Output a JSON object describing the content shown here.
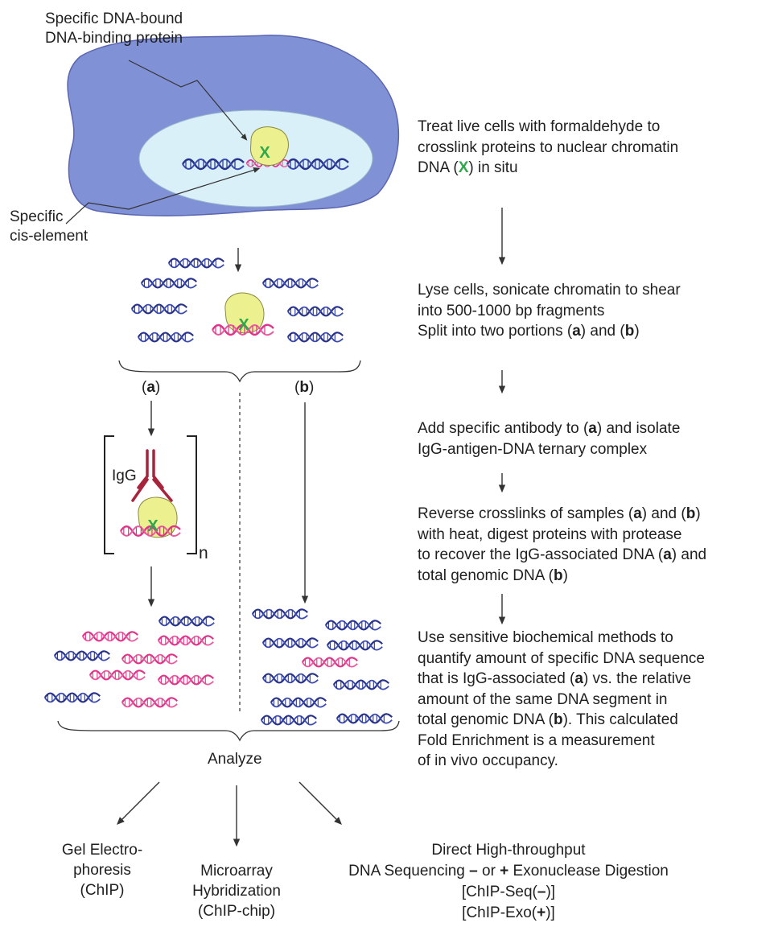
{
  "labels": {
    "protein_line1": "Specific DNA-bound",
    "protein_line2": "DNA-binding protein",
    "cis_line1": "Specific",
    "cis_line2": "cis-element",
    "crosslink_mark": "X",
    "portion_a": "a",
    "portion_b": "b",
    "igg": "IgG",
    "repeat_n": "n",
    "analyze": "Analyze"
  },
  "steps": {
    "s1": {
      "l1": "Treat live cells with formaldehyde to",
      "l2": "crosslink proteins to nuclear chromatin",
      "l3a": "DNA (",
      "x": "X",
      "l3b": ") in situ"
    },
    "s2": {
      "l1": "Lyse cells, sonicate chromatin to shear",
      "l2": "into 500-1000 bp fragments",
      "l3a": "Split into two portions (",
      "a": "a",
      "l3b": ") and (",
      "b": "b",
      "l3c": ")"
    },
    "s3": {
      "l1a": "Add specific antibody to (",
      "a": "a",
      "l1b": ") and isolate",
      "l2": "IgG-antigen-DNA ternary complex"
    },
    "s4": {
      "l1a": "Reverse crosslinks of samples (",
      "a": "a",
      "l1b": ") and (",
      "b": "b",
      "l1c": ")",
      "l2": "with heat, digest proteins with protease",
      "l3a": "to recover the IgG-associated DNA (",
      "a2": "a",
      "l3b": ") and",
      "l4a": "total genomic DNA (",
      "b2": "b",
      "l4b": ")"
    },
    "s5": {
      "l1": "Use sensitive biochemical methods to",
      "l2": "quantify amount of specific DNA sequence",
      "l3a": "that is IgG-associated (",
      "a": "a",
      "l3b": ") vs. the relative",
      "l4": "amount of the same DNA segment in",
      "l5a": "total genomic DNA (",
      "b": "b",
      "l5b": "). This calculated",
      "l6": "Fold Enrichment is a measurement",
      "l7": "of in vivo occupancy."
    }
  },
  "outputs": {
    "gel": {
      "l1": "Gel Electro-",
      "l2": "phoresis",
      "l3": "(ChIP)"
    },
    "microarray": {
      "l1": "Microarray",
      "l2": "Hybridization",
      "l3": "(ChIP-chip)"
    },
    "seq": {
      "l1": "Direct High-throughput",
      "l2a": "DNA Sequencing ",
      "minus": "–",
      "l2b": " or ",
      "plus": "+",
      "l2c": " Exonuclease Digestion",
      "l3a": "[ChIP-Seq(",
      "l3m": "–",
      "l3b": ")]",
      "l4a": "[ChIP-Exo(",
      "l4p": "+",
      "l4b": ")]"
    }
  },
  "colors": {
    "cell": "#8191d6",
    "nucleus": "#daf0f8",
    "protein": "#ecf08e",
    "dna_blue": "#27328a",
    "dna_pink": "#e0338a",
    "crosslink": "#2ea84a",
    "antibody": "#a8243c"
  }
}
